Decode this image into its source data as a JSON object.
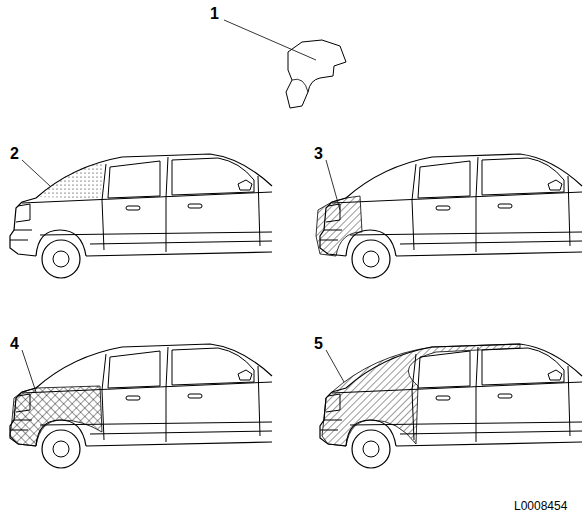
{
  "diagram": {
    "labels": [
      "1",
      "2",
      "3",
      "4",
      "5",
      "L0008454"
    ]
  }
}
